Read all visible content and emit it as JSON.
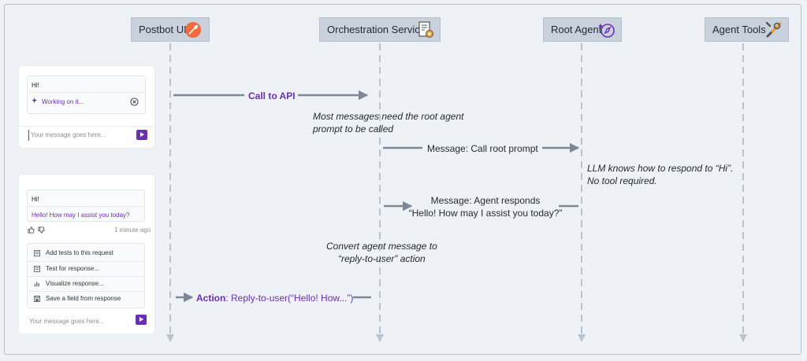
{
  "lanes": [
    {
      "label": "Postbot UI",
      "icon": "postman-logo-icon"
    },
    {
      "label": "Orchestration Service",
      "icon": "document-gear-icon"
    },
    {
      "label": "Root Agent",
      "icon": "agent-compass-icon"
    },
    {
      "label": "Agent Tools",
      "icon": "tools-icon"
    }
  ],
  "chat1": {
    "user_message": "Hi!",
    "status": "Working on it...",
    "input_placeholder": "Your message goes here..."
  },
  "chat2": {
    "user_message": "Hi!",
    "reply": "Hello! How may I assist you today?",
    "timestamp": "1 minute ago",
    "actions": [
      "Add tests to this request",
      "Test for response...",
      "Visualize response...",
      "Save a field from response"
    ],
    "input_placeholder": "Your message goes here..."
  },
  "steps": {
    "call_api": "Call to API",
    "note_root_prompt": [
      "Most messages need the root agent",
      "prompt to be called"
    ],
    "call_root_prompt": "Message: Call root prompt",
    "note_llm": [
      "LLM knows how to respond to “Hi”.",
      "No tool required."
    ],
    "agent_responds": [
      "Message: Agent responds",
      "“Hello! How may I assist you today?”"
    ],
    "note_convert": [
      "Convert agent message to",
      "“reply-to-user” action"
    ],
    "action_label": "Action",
    "action_text": ": Reply-to-user(“Hello! How...”)"
  },
  "colors": {
    "accent": "#6a2fb3",
    "arrow": "#7b8794",
    "lifeline": "#b9c4ce",
    "lane_box": "#c9d2dc",
    "background": "#eef2f6"
  }
}
